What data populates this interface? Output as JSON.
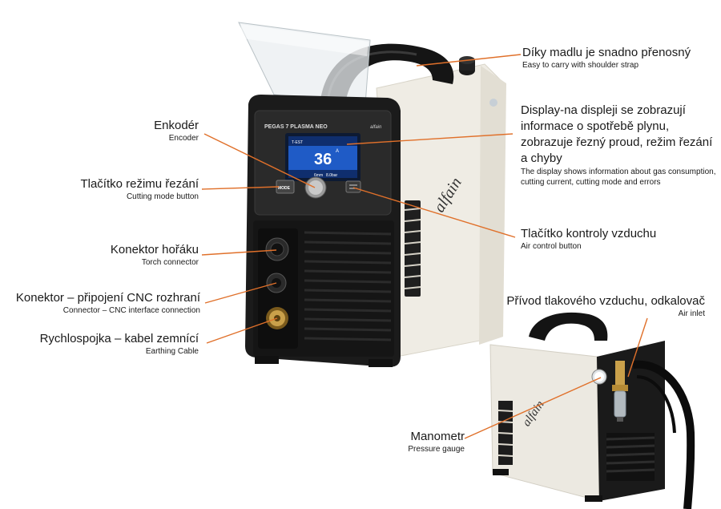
{
  "device": {
    "model_label": "PEGAS 7 PLASMA NEO",
    "brand_small": "alfain",
    "side_logo": "alfain",
    "mode_button_label": "MODE",
    "display": {
      "value": "36",
      "unit": "A",
      "top_label": "T-EST",
      "bottom_left": "6mm",
      "bottom_right": "8.0bar"
    }
  },
  "callouts": {
    "handle": {
      "cz": "Díky madlu je snadno přenosný",
      "en": "Easy to carry with shoulder strap"
    },
    "display": {
      "cz": "Display-na displeji se zobrazují informace o spotřebě plynu, zobrazuje řezný proud, režim řezání a chyby",
      "en": "The display shows information about gas consumption, cutting current, cutting mode and errors"
    },
    "encoder": {
      "cz": "Enkodér",
      "en": "Encoder"
    },
    "cutmode": {
      "cz": "Tlačítko režimu řezání",
      "en": "Cutting mode button"
    },
    "air": {
      "cz": "Tlačítko kontroly vzduchu",
      "en": "Air control button"
    },
    "torch": {
      "cz": "Konektor hořáku",
      "en": "Torch connector"
    },
    "cnc": {
      "cz": "Konektor – připojení CNC rozhraní",
      "en": "Connector – CNC interface connection"
    },
    "ground": {
      "cz": "Rychlospojka – kabel zemnící",
      "en": "Earthing Cable"
    },
    "airinlet": {
      "cz": "Přívod tlakového vzduchu, odkalovač",
      "en": "Air inlet"
    },
    "gauge": {
      "cz": "Manometr",
      "en": "Pressure gauge"
    }
  },
  "colors": {
    "leader": "#e0702a",
    "body": "#f1eee6",
    "frame": "#1b1b1b",
    "screen": "#1f5bc6"
  }
}
